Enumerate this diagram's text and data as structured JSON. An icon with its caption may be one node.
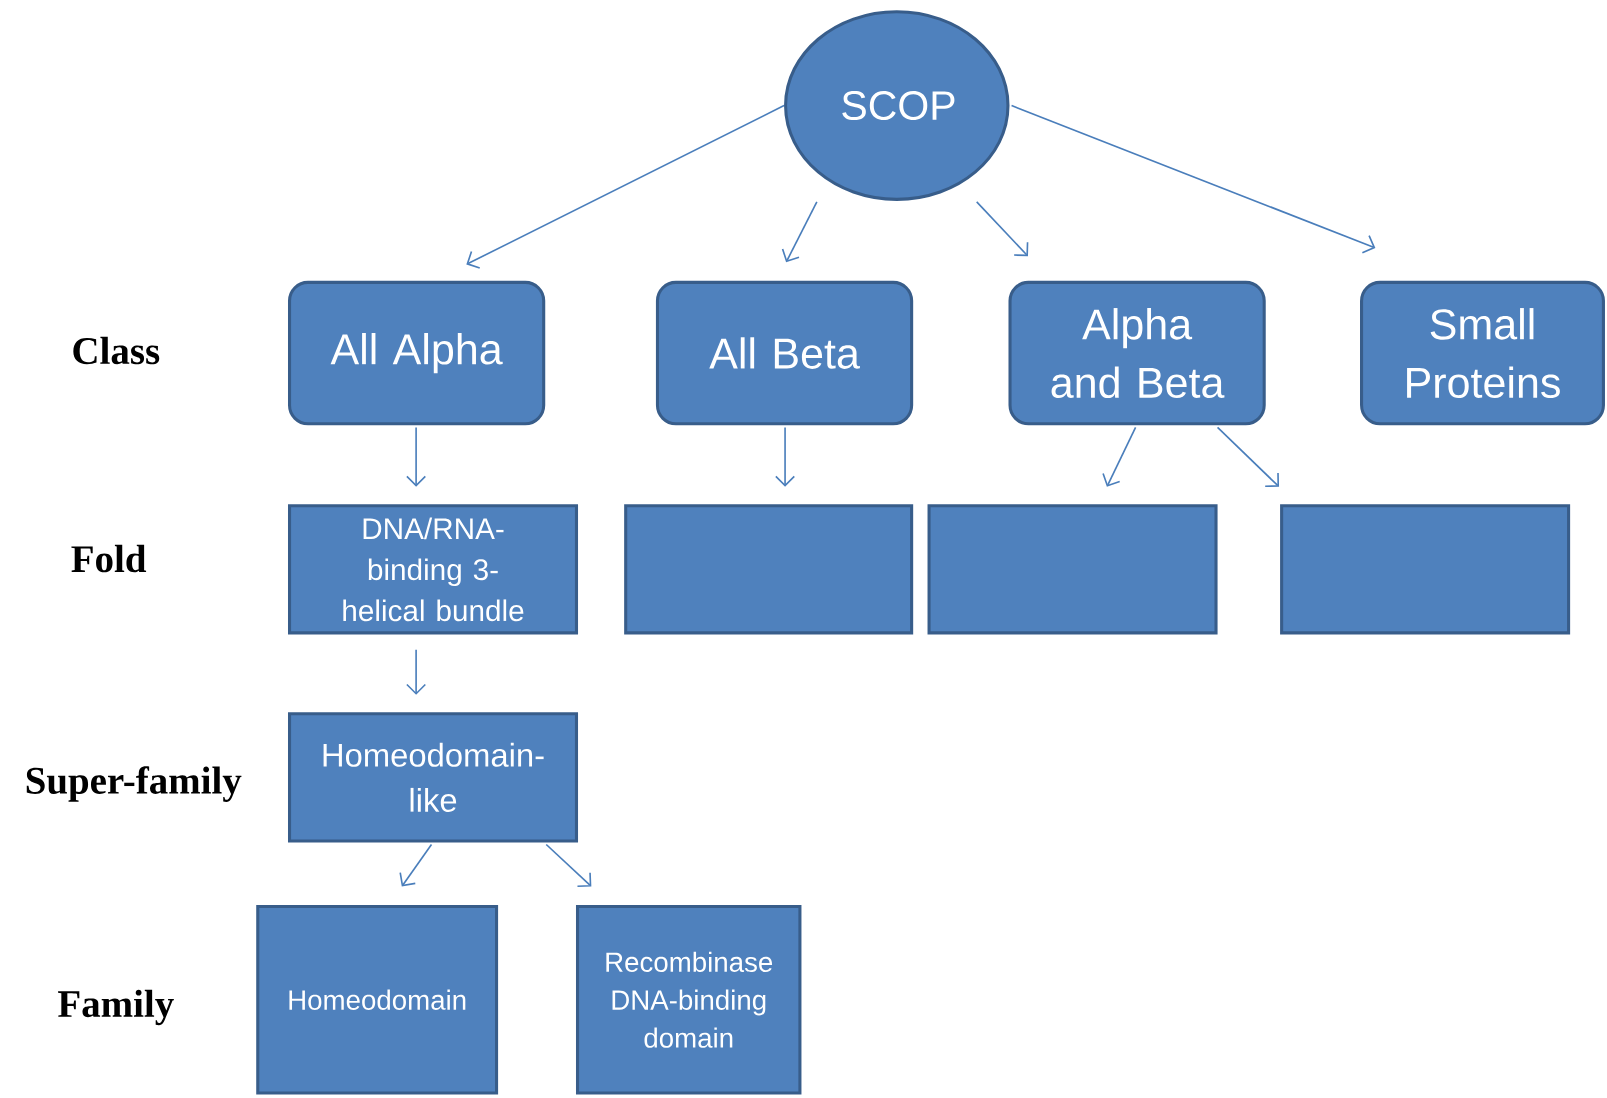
{
  "diagram": {
    "nodes": [
      {
        "text": [
          "SCOP"
        ]
      },
      {
        "text": [
          "All Alpha"
        ]
      },
      {
        "text": [
          "All Beta"
        ]
      },
      {
        "text": [
          "Alpha and Beta"
        ]
      },
      {
        "text": [
          "Small Proteins"
        ]
      },
      {
        "text": [
          "DNA/RNA-binding 3-helical bundle"
        ]
      },
      {
        "text": [],
        "shape": "box"
      },
      {
        "text": [],
        "shape": "box"
      },
      {
        "text": [],
        "shape": "box"
      },
      {
        "text": [
          "Homeodomain-like"
        ]
      },
      {
        "text": [
          "Homeodomain"
        ]
      },
      {
        "text": [
          "Recombinase DNA-binding domain"
        ]
      }
    ],
    "edges": [
      {
        "from": 0,
        "to": 1,
        "arrow": "to"
      },
      {
        "from": 0,
        "to": 2,
        "arrow": "to"
      },
      {
        "from": 0,
        "to": 3,
        "arrow": "to"
      },
      {
        "from": 0,
        "to": 4,
        "arrow": "to"
      },
      {
        "from": 1,
        "to": 5,
        "arrow": "to"
      },
      {
        "from": 2,
        "to": 6,
        "arrow": "to"
      },
      {
        "from": 3,
        "to": 7,
        "arrow": "to"
      },
      {
        "from": 3,
        "to": 8,
        "arrow": "to"
      },
      {
        "from": 5,
        "to": 9,
        "arrow": "to"
      },
      {
        "from": 9,
        "to": 10,
        "arrow": "to"
      },
      {
        "from": 9,
        "to": 11,
        "arrow": "to"
      }
    ],
    "labels": [
      "Class",
      "Fold",
      "Super-family",
      "Family"
    ]
  }
}
